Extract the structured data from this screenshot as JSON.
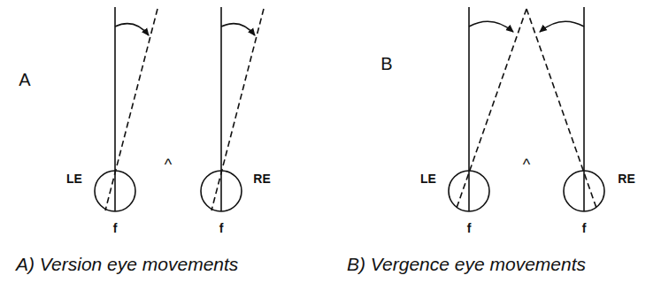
{
  "diagram": {
    "labels": [
      "A",
      "LE",
      "f",
      "^",
      "RE",
      "f",
      "A) Version eye movements",
      "B",
      "LE",
      "^",
      "RE",
      "f",
      "f",
      "B) Vergence eye movements"
    ]
  }
}
